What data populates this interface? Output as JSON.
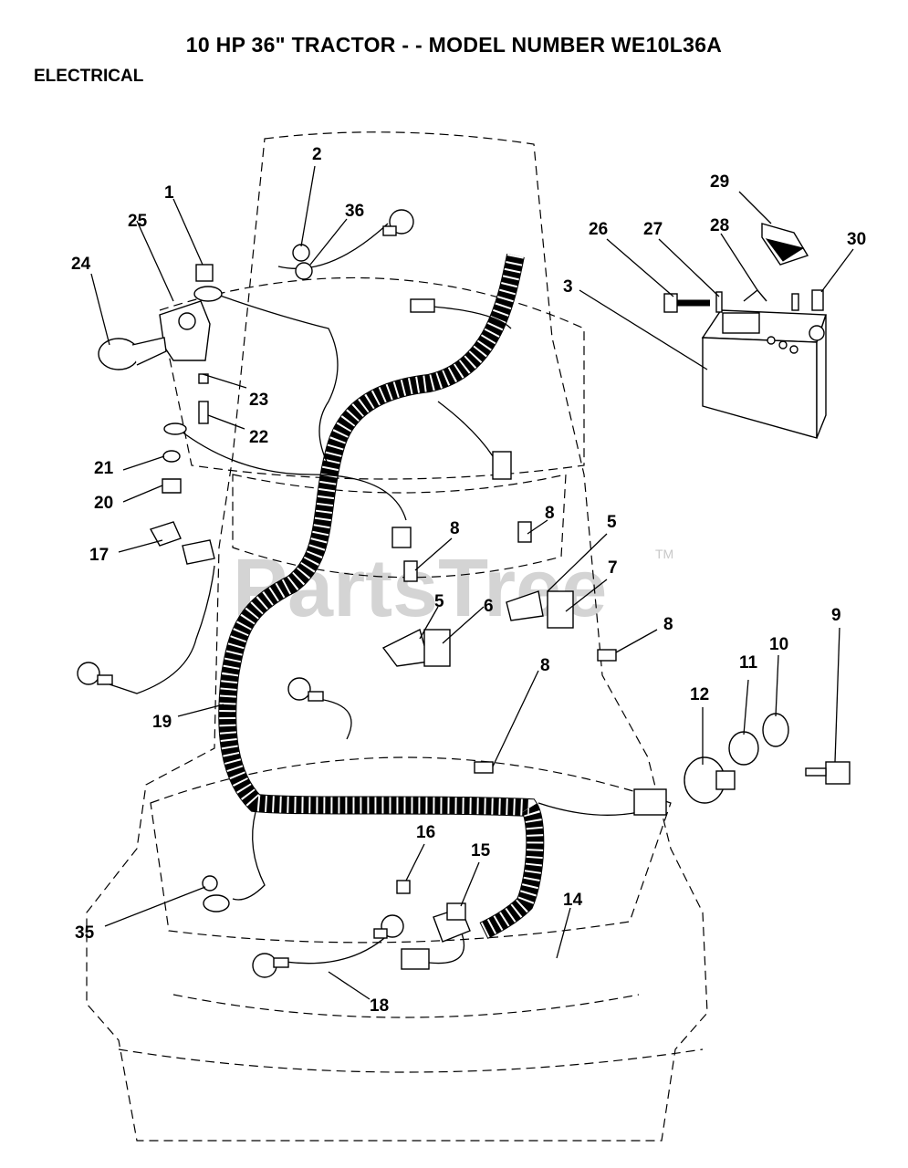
{
  "header": {
    "title": "10 HP 36\" TRACTOR - - MODEL NUMBER WE10L36A",
    "section": "ELECTRICAL"
  },
  "watermark": {
    "text": "PartsTree",
    "trademark": "TM"
  },
  "callouts": {
    "c1": "1",
    "c2": "2",
    "c3": "3",
    "c5a": "5",
    "c5b": "5",
    "c6": "6",
    "c7": "7",
    "c8a": "8",
    "c8b": "8",
    "c8c": "8",
    "c8d": "8",
    "c9": "9",
    "c10": "10",
    "c11": "11",
    "c12": "12",
    "c14": "14",
    "c15": "15",
    "c16": "16",
    "c17": "17",
    "c18": "18",
    "c19": "19",
    "c20": "20",
    "c21": "21",
    "c22": "22",
    "c23": "23",
    "c24": "24",
    "c25": "25",
    "c26": "26",
    "c27": "27",
    "c28": "28",
    "c29": "29",
    "c30": "30",
    "c35": "35",
    "c36": "36"
  }
}
